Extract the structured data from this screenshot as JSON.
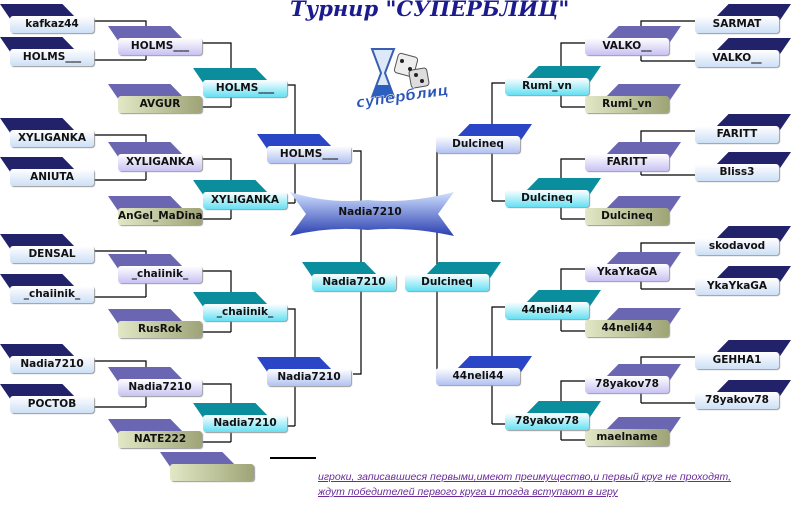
{
  "title": "Турнир \"СУПЕРБЛИЦ\"",
  "logo_text": "суперблиц",
  "left": {
    "round1": [
      "kafkaz44",
      "HOLMS___",
      "XYLIGANKA",
      "ANIUTA",
      "DENSAL",
      "_chaiinik_",
      "Nadia7210",
      "РОСТОВ"
    ],
    "round2": [
      "HOLMS___",
      "AVGUR",
      "XYLIGANKA",
      "AnGel_MaDina",
      "_chaiinik_",
      "RusRok",
      "Nadia7210",
      "NATE222"
    ],
    "round3": [
      "HOLMS___",
      "XYLIGANKA",
      "_chaiinik_",
      "Nadia7210"
    ],
    "round4": [
      "HOLMS___",
      "Nadia7210"
    ],
    "semifinal": "Nadia7210"
  },
  "right": {
    "round1": [
      "SARMAT",
      "VALKO__",
      "FARITT",
      "Bliss3",
      "skodavod",
      "YkaYkaGA",
      "GEHHA1",
      "78yakov78"
    ],
    "round2": [
      "VALKO__",
      "Rumi_vn",
      "FARITT",
      "Dulcineq",
      "YkaYkaGA",
      "44neli44",
      "78yakov78",
      "maelname"
    ],
    "round3": [
      "Rumi_vn",
      "Dulcineq",
      "44neli44",
      "78yakov78"
    ],
    "round4": [
      "Dulcineq",
      "44neli44"
    ],
    "semifinal": "Dulcineq"
  },
  "final": "Nadia7210",
  "legend": {
    "box_label": "",
    "note_line1": "игроки, записавшиеся первыми,имеют преимущество,и первый круг не проходят,",
    "note_line2": "ждут победителей первого круга и тогда вступают в игру"
  }
}
